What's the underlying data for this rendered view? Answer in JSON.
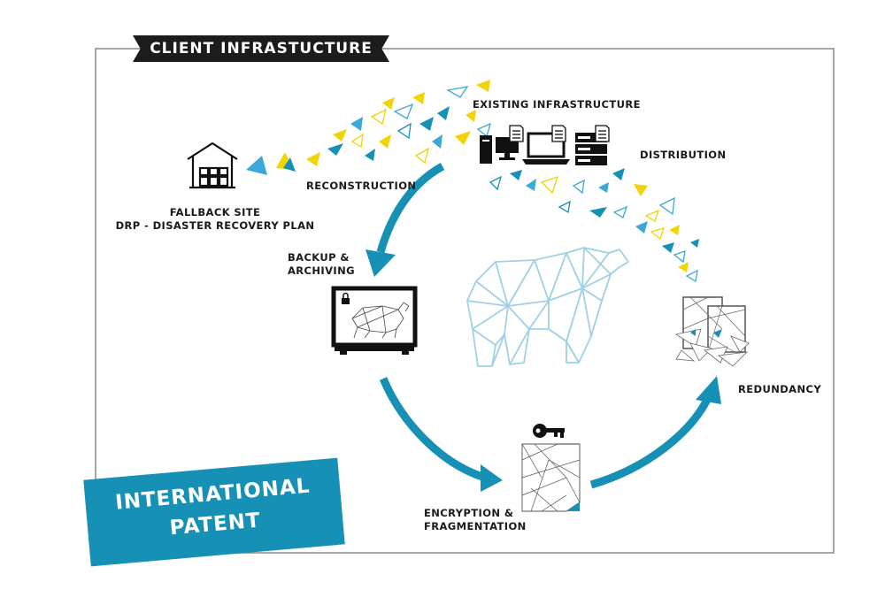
{
  "colors": {
    "teal": "#1690b4",
    "yellow": "#f2d400",
    "light_blue": "#3aa8d8",
    "bear_line": "#9fd0e6",
    "dark": "#1c1c1c"
  },
  "banner": {
    "title": "CLIENT INFRASTUCTURE"
  },
  "patent": {
    "line1": "INTERNATIONAL",
    "line2": "PATENT"
  },
  "labels": {
    "existing": "EXISTING INFRASTRUCTURE",
    "distribution": "DISTRIBUTION",
    "reconstruction": "RECONSTRUCTION",
    "fallback_line1": "FALLBACK SITE",
    "fallback_line2": "DRP - DISASTER RECOVERY PLAN",
    "backup_line1": "BACKUP &",
    "backup_line2": "ARCHIVING",
    "redundancy": "REDUNDANCY",
    "encryption_line1": "ENCRYPTION &",
    "encryption_line2": "FRAGMENTATION"
  },
  "icons": [
    "warehouse-icon",
    "desktop-computer-icon",
    "laptop-icon",
    "server-rack-icon",
    "document-icon",
    "monitor-icon",
    "padlock-icon",
    "key-icon",
    "fragmented-document-icon",
    "redundant-documents-icon",
    "polygon-bear-icon"
  ]
}
